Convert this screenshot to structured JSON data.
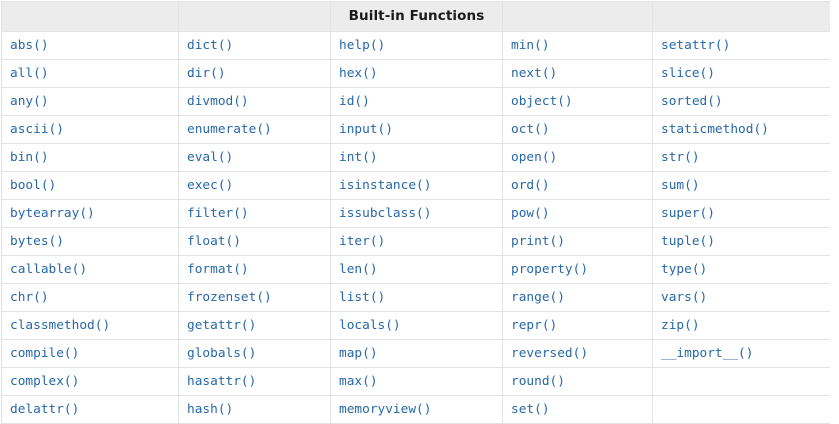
{
  "table": {
    "title": "Built-in Functions",
    "title_column_index": 2,
    "header_cells": [
      "",
      "",
      "Built-in Functions",
      "",
      ""
    ],
    "columns": 5,
    "rows": [
      [
        "abs()",
        "dict()",
        "help()",
        "min()",
        "setattr()"
      ],
      [
        "all()",
        "dir()",
        "hex()",
        "next()",
        "slice()"
      ],
      [
        "any()",
        "divmod()",
        "id()",
        "object()",
        "sorted()"
      ],
      [
        "ascii()",
        "enumerate()",
        "input()",
        "oct()",
        "staticmethod()"
      ],
      [
        "bin()",
        "eval()",
        "int()",
        "open()",
        "str()"
      ],
      [
        "bool()",
        "exec()",
        "isinstance()",
        "ord()",
        "sum()"
      ],
      [
        "bytearray()",
        "filter()",
        "issubclass()",
        "pow()",
        "super()"
      ],
      [
        "bytes()",
        "float()",
        "iter()",
        "print()",
        "tuple()"
      ],
      [
        "callable()",
        "format()",
        "len()",
        "property()",
        "type()"
      ],
      [
        "chr()",
        "frozenset()",
        "list()",
        "range()",
        "vars()"
      ],
      [
        "classmethod()",
        "getattr()",
        "locals()",
        "repr()",
        "zip()"
      ],
      [
        "compile()",
        "globals()",
        "map()",
        "reversed()",
        "__import__()"
      ],
      [
        "complex()",
        "hasattr()",
        "max()",
        "round()",
        ""
      ],
      [
        "delattr()",
        "hash()",
        "memoryview()",
        "set()",
        ""
      ]
    ]
  },
  "colors": {
    "link": "#2768a8",
    "header_background": "#ececec",
    "header_text": "#1a1a1a",
    "cell_border": "#e1e4e5",
    "page_background": "#ffffff"
  }
}
